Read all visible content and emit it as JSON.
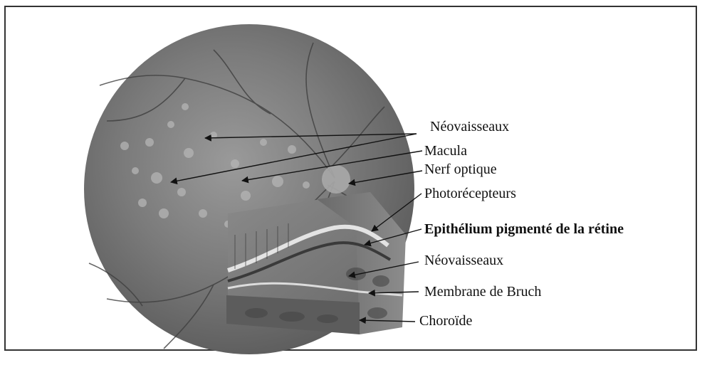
{
  "labels": {
    "neovaisseaux_top": "Néovaisseaux",
    "macula": "Macula",
    "nerf_optique": "Nerf optique",
    "photorecepteurs": "Photorécepteurs",
    "epithelium": "Epithélium pigmenté de la rétine",
    "neovaisseaux_bottom": "Néovaisseaux",
    "membrane": "Membrane de Bruch",
    "choroide": "Choroïde"
  }
}
